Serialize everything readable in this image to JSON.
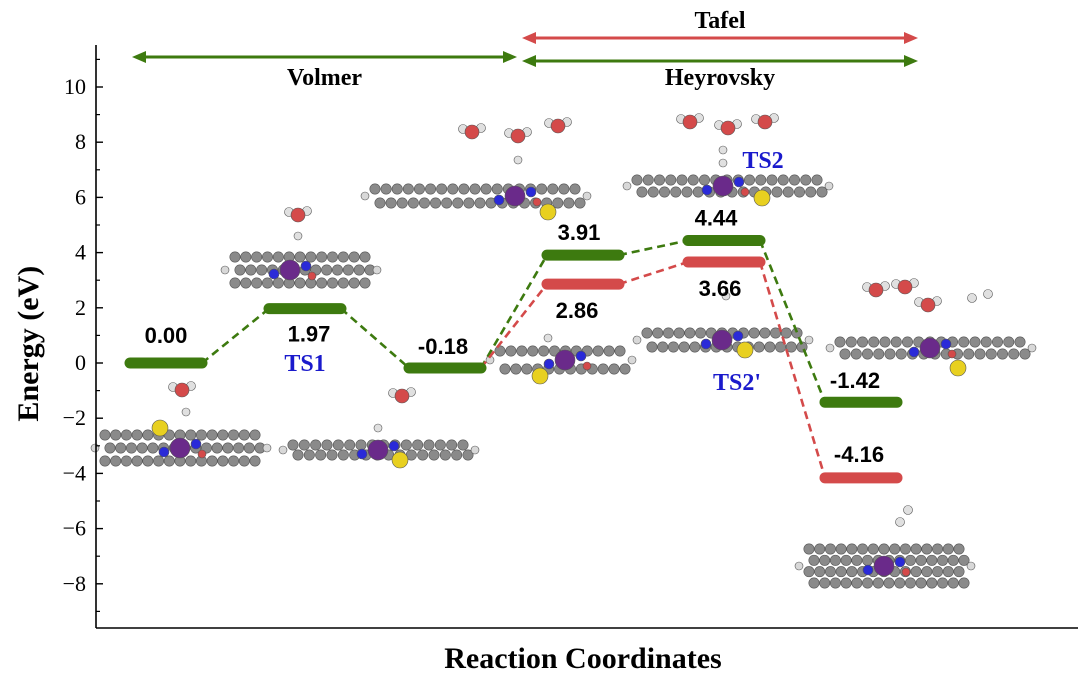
{
  "chart_data": {
    "type": "energy-profile",
    "xlabel": "Reaction Coordinates",
    "ylabel": "Energy (eV)",
    "ylim": [
      -9.5,
      11
    ],
    "yticks": [
      -8,
      -6,
      -4,
      -2,
      0,
      2,
      4,
      6,
      8,
      10
    ],
    "grid": false,
    "colors": {
      "green": "#3d7a0f",
      "red": "#d44a4a",
      "ts_text": "#1a1acc"
    },
    "series": [
      {
        "color": "green",
        "levels": [
          {
            "position": 1,
            "value": 0.0,
            "label": "0.00"
          },
          {
            "position": 2,
            "value": 1.97,
            "label": "1.97"
          },
          {
            "position": 3,
            "value": -0.18,
            "label": "-0.18"
          },
          {
            "position": 4,
            "value": 3.91,
            "label": "3.91"
          },
          {
            "position": 5,
            "value": 4.44,
            "label": "4.44"
          },
          {
            "position": 6,
            "value": -1.42,
            "label": "-1.42"
          }
        ]
      },
      {
        "color": "red",
        "levels": [
          {
            "position": 3,
            "value": -0.18,
            "label": ""
          },
          {
            "position": 4,
            "value": 2.86,
            "label": "2.86"
          },
          {
            "position": 5,
            "value": 3.66,
            "label": "3.66"
          },
          {
            "position": 6,
            "value": -4.16,
            "label": "-4.16"
          }
        ]
      }
    ],
    "transition_states": [
      {
        "label": "TS1",
        "position": 2
      },
      {
        "label": "TS2",
        "position": 5
      },
      {
        "label": "TS2'",
        "position": 5
      }
    ],
    "phases": [
      {
        "label": "Volmer",
        "from": 1,
        "to": 3.6,
        "color": "green"
      },
      {
        "label": "Heyrovsky",
        "from": 3.6,
        "to": 6.6,
        "color": "green"
      },
      {
        "label": "Tafel",
        "from": 3.6,
        "to": 6.6,
        "color": "red"
      }
    ]
  }
}
